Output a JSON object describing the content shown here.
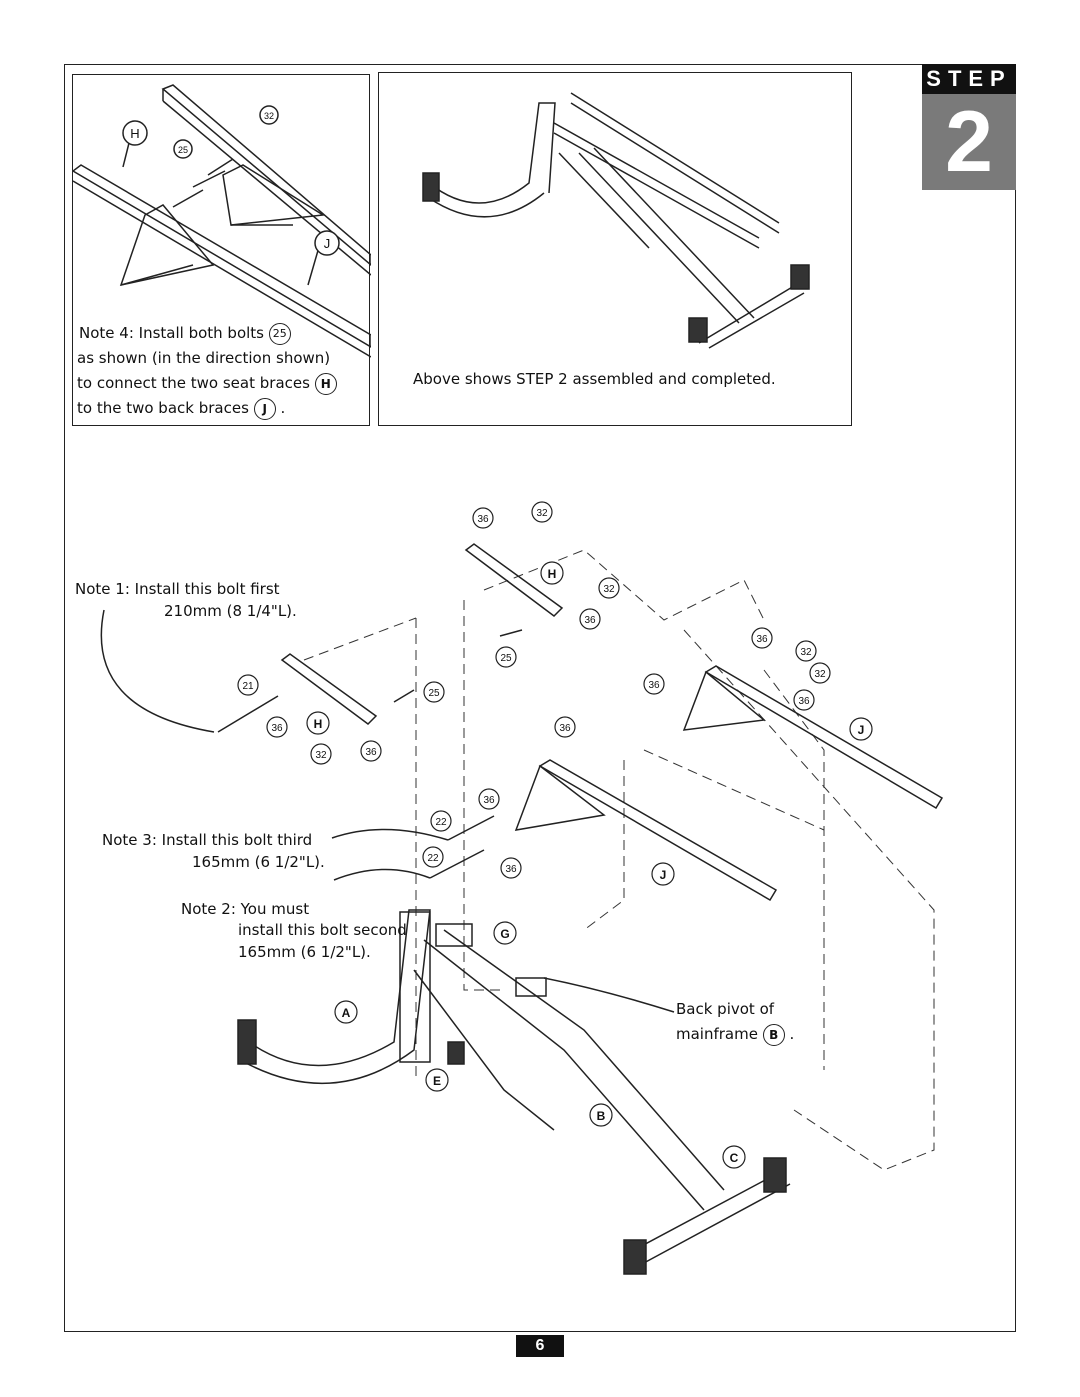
{
  "step": {
    "label": "STEP",
    "number": "2"
  },
  "page_number": "6",
  "detail_panel": {
    "note_lines": [
      "Note 4: Install both bolts",
      "as shown (in the direction shown)",
      "to connect the two seat braces",
      "to the two back braces"
    ],
    "ref_25": "25",
    "ref_h": "H",
    "ref_j": "J",
    "labels": {
      "h": "H",
      "j": "J",
      "p25": "25",
      "p32": "32"
    },
    "period": "."
  },
  "assembled_panel": {
    "caption": "Above shows STEP 2 assembled and completed."
  },
  "notes": {
    "note1_line1": "Note 1: Install this bolt first",
    "note1_line2": "210mm (8 1/4\"L).",
    "note3_line1": "Note 3: Install this bolt third",
    "note3_line2": "165mm (6 1/2\"L).",
    "note2_line1": "Note 2: You must",
    "note2_line2": "install this bolt second",
    "note2_line3": "165mm (6 1/2\"L).",
    "back_pivot_line1": "Back pivot of",
    "back_pivot_line2": "mainframe",
    "back_pivot_ref": "B",
    "back_pivot_period": "."
  },
  "part_labels": {
    "p36a": "36",
    "p32a": "32",
    "h_top": "H",
    "p32b": "32",
    "p36b": "36",
    "p25a": "25",
    "p21": "21",
    "p36c": "36",
    "h_left": "H",
    "p25b": "25",
    "p32c": "32",
    "p36d": "36",
    "p36e": "36",
    "p32d": "32",
    "p32e": "32",
    "p36f": "36",
    "p36g": "36",
    "j_right": "J",
    "p36h": "36",
    "p36i": "36",
    "p22a": "22",
    "p22b": "22",
    "p36j": "36",
    "j_mid": "J",
    "g": "G",
    "a": "A",
    "e": "E",
    "b": "B",
    "c": "C"
  }
}
